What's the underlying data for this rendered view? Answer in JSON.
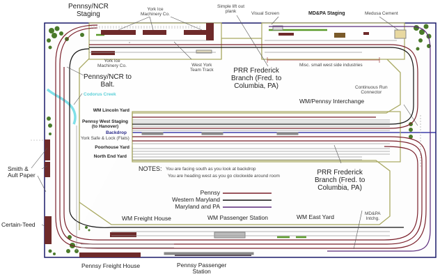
{
  "labels": {
    "pennsy_ncr_staging": "Pennsy/NCR\nStaging",
    "york_ice_top": "York Ice\nMachinery Co.",
    "simple_plank": "Simple lift out\nplank",
    "visual_screen": "Visual Screen",
    "mdpa_staging": "MD&PA Staging",
    "medusa_cement": "Medusa Cement",
    "york_ice_lower": "York Ice\nMachinery Co.",
    "west_york_team": "West York\nTeam Track",
    "prr_frederick_top": "PRR Frederick\nBranch (Fred. to\nColumbia, PA)",
    "misc_industries": "Misc. small west side industries",
    "pennsy_ncr_balt": "Pennsy/NCR to\nBalt.",
    "codorus_creek": "Codorus Creek",
    "continuous_run": "Continuous Run\nConnector",
    "wm_pennsy_interchange": "WM/Pennsy Interchange",
    "wm_lincoln_yard": "WM Lincoln Yard",
    "pennsy_west_staging": "Pennsy West Staging\n(to Hanover)",
    "backdrop": "Backdrop",
    "york_safe_lock": "York Safe & Lock (Flats)",
    "poorhouse_yard": "Poorhouse Yard",
    "north_end_yard": "North End Yard",
    "smith_ault": "Smith &\nAult Paper",
    "certain_teed": "Certain-Teed",
    "prr_frederick_lower": "PRR Frederick\nBranch (Fred. to\nColumbia, PA)",
    "wm_freight_house": "WM Freight House",
    "wm_passenger_station": "WM Passenger Station",
    "wm_east_yard": "WM East Yard",
    "mdpa_intchg": "MD&PA\nIntchg.",
    "pennsy_freight_house": "Pennsy Freight House",
    "pennsy_passenger_station": "Pennsy Passenger\nStation"
  },
  "notes": {
    "title": "NOTES:",
    "line1": "You are facing south as you look at backdrop",
    "line2": "You are heading west as you go clockwide around room"
  },
  "legend": [
    {
      "name": "Pennsy",
      "color": "#7a1f2a"
    },
    {
      "name": "Western Maryland",
      "color": "#111111"
    },
    {
      "name": "Maryland and PA",
      "color": "#5a2a7a"
    }
  ],
  "colors": {
    "benchwork": "#1a1a6a",
    "aisle_edge": "#a8a860",
    "building": "#6e2a2a",
    "tree": "#4a7a2a",
    "creek": "#7fe0e8",
    "backdrop": "#1a1a9a",
    "siding": "#888888"
  }
}
